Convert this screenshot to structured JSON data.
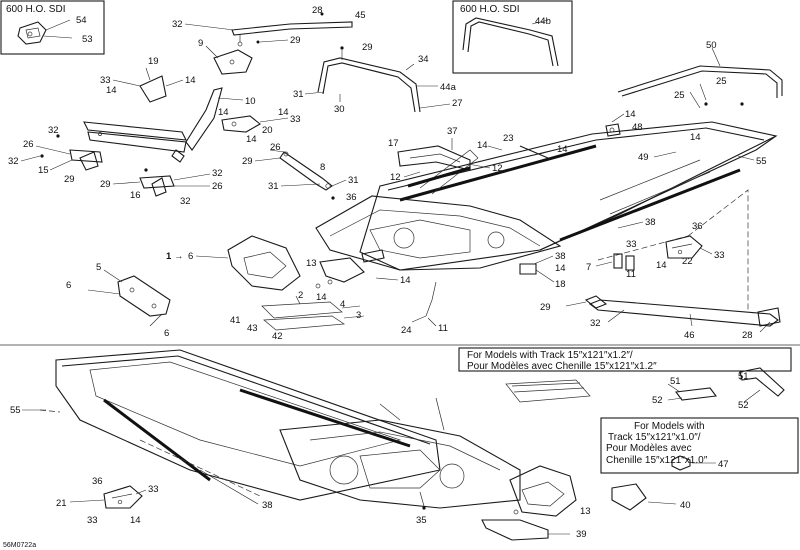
{
  "boxes": {
    "box1_title": "600 H.O. SDI",
    "box2_title": "600 H.O. SDI"
  },
  "notes": {
    "note1_line1": "For Models with Track 15″x121″x1.2″/",
    "note1_line2": "Pour Modèles avec Chenille 15″x121″x1.2″",
    "note2_line1": "For Models with",
    "note2_line2": "Track 15″x121″x1.0″/",
    "note2_line3": "Pour Modèles avec",
    "note2_line4": "Chenille 15″x121″x1.0″"
  },
  "drawing_code": "56M0722a",
  "labels": {
    "l54": "54",
    "l53": "53",
    "l32a": "32",
    "l28a": "28",
    "l45": "45",
    "l9": "9",
    "l29a": "29",
    "l44b": "44b",
    "l50": "50",
    "l25a": "25",
    "l25b": "25",
    "l29b": "29",
    "l34": "34",
    "l31a": "31",
    "l30": "30",
    "l44a": "44a",
    "l27": "27",
    "l19": "19",
    "l33a": "33",
    "l14a": "14",
    "l14b": "14",
    "l10": "10",
    "l14c": "14",
    "l14d": "14",
    "l33b": "33",
    "l20": "20",
    "l14e": "14",
    "l32b": "32",
    "l26a": "26",
    "l32c": "32",
    "l15": "15",
    "l29c": "29",
    "l37": "37",
    "l17": "17",
    "l14f": "14",
    "l23": "23",
    "l14g": "14",
    "l14h": "14",
    "l48": "48",
    "l14i": "14",
    "l12a": "12",
    "l12b": "12",
    "l26b": "26",
    "l29d": "29",
    "l8": "8",
    "l31b": "31",
    "l31c": "31",
    "l36a": "36",
    "l49": "49",
    "l55a": "55",
    "l29e": "29",
    "l32d": "32",
    "l16": "16",
    "l26c": "26",
    "l32e": "32",
    "l38a": "38",
    "l36b": "36",
    "l33c": "33",
    "l1": "1",
    "l6a": "6",
    "l13a": "13",
    "l5": "5",
    "l7": "7",
    "l38b": "38",
    "l14j": "14",
    "l22": "22",
    "l33d": "33",
    "l14k": "14",
    "l11a": "11",
    "l18": "18",
    "l6b": "6",
    "l2": "2",
    "l14l": "14",
    "l4": "4",
    "l3": "3",
    "l41": "41",
    "l43": "43",
    "l42": "42",
    "l6c": "6",
    "l24": "24",
    "l11b": "11",
    "l29f": "29",
    "l32f": "32",
    "l46": "46",
    "l28b": "28",
    "l51a": "51",
    "l51b": "51",
    "l52a": "52",
    "l52b": "52",
    "l55b": "55",
    "l47": "47",
    "l36c": "36",
    "l21": "21",
    "l33e": "33",
    "l14m": "14",
    "l33f": "33",
    "l38c": "38",
    "l35": "35",
    "l13b": "13",
    "l39": "39",
    "l40": "40"
  }
}
